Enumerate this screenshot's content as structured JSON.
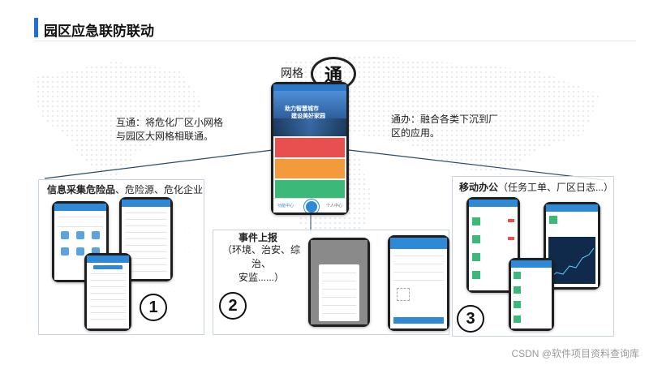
{
  "header": {
    "title": "园区应急联防联动"
  },
  "center": {
    "wangge_label": "网格",
    "tong_char": "通",
    "left_note_line1": "互通：将危化厂区小网格",
    "left_note_line2": "与园区大网格相联通。",
    "right_note_line1": "通办：融合各类下沉到厂",
    "right_note_line2": "区的应用。",
    "phone": {
      "banner_line1": "助力智慧城市",
      "banner_line2": "建设美好家园",
      "bottom_left": "功能中心",
      "bottom_right": "个人中心"
    }
  },
  "panel1": {
    "title_bold": "信息采集危险品",
    "title_rest": "、危险源、危化企业",
    "number": "1"
  },
  "panel2": {
    "title": "事件上报",
    "subtitle_line1": "（环境、治安、综治、",
    "subtitle_line2": "安监......）",
    "number": "2"
  },
  "panel3": {
    "title_bold": "移动办公",
    "title_rest": "（任务工单、厂区日志...）",
    "number": "3"
  },
  "watermark": "CSDN @软件项目资料查询库",
  "colors": {
    "accent": "#1e6fd9",
    "tile_red": "#e8504f",
    "tile_orange": "#f39a3d",
    "tile_green": "#3cb878",
    "app_blue": "#2e8ad6"
  }
}
